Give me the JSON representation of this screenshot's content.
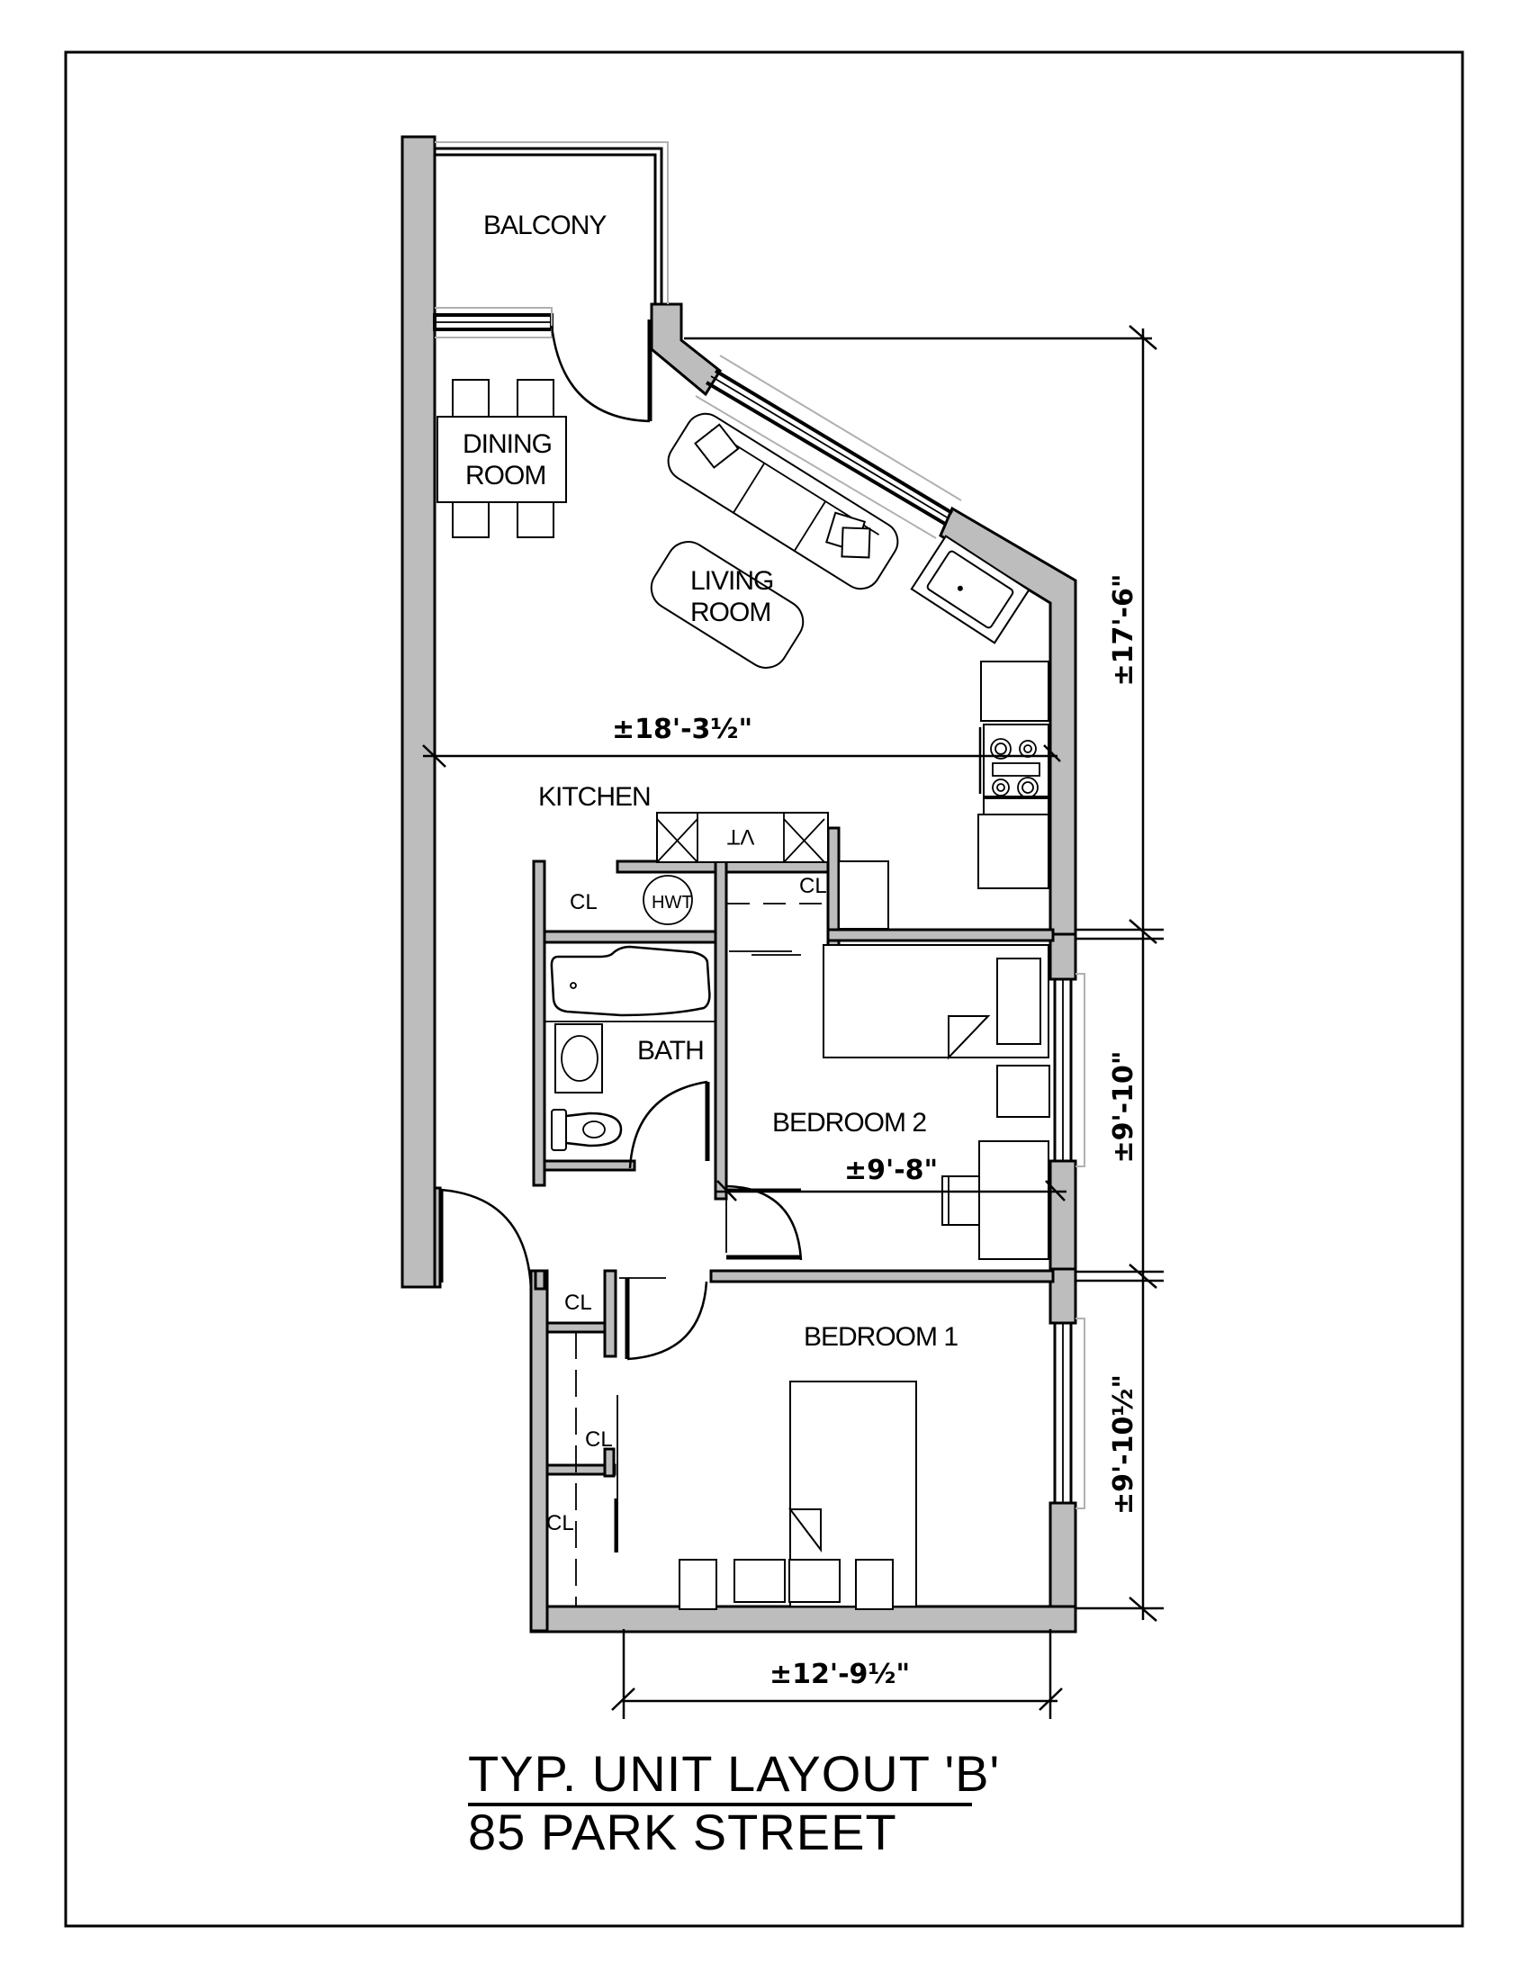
{
  "title": {
    "line1": "TYP. UNIT LAYOUT 'B'",
    "line2": "85 PARK STREET"
  },
  "rooms": {
    "balcony": "BALCONY",
    "dining_1": "DINING",
    "dining_2": "ROOM",
    "living_1": "LIVING",
    "living_2": "ROOM",
    "kitchen": "KITCHEN",
    "bath": "BATH",
    "bedroom2": "BEDROOM 2",
    "bedroom1": "BEDROOM 1"
  },
  "fixtures": {
    "hwt": "HWT",
    "vt": "VT",
    "closet": "CL"
  },
  "dimensions": {
    "living_width": "±18'-3½\"",
    "overall_upper_height": "±17'-6\"",
    "bedroom2_width": "±9'-8\"",
    "bedroom2_height": "±9'-10\"",
    "bedroom1_height": "±9'-10½\"",
    "bedroom1_width": "±12'-9½\""
  },
  "colors": {
    "wall_fill": "#bdbdbd",
    "line": "#000000",
    "glazing": "#b0b0b0"
  }
}
